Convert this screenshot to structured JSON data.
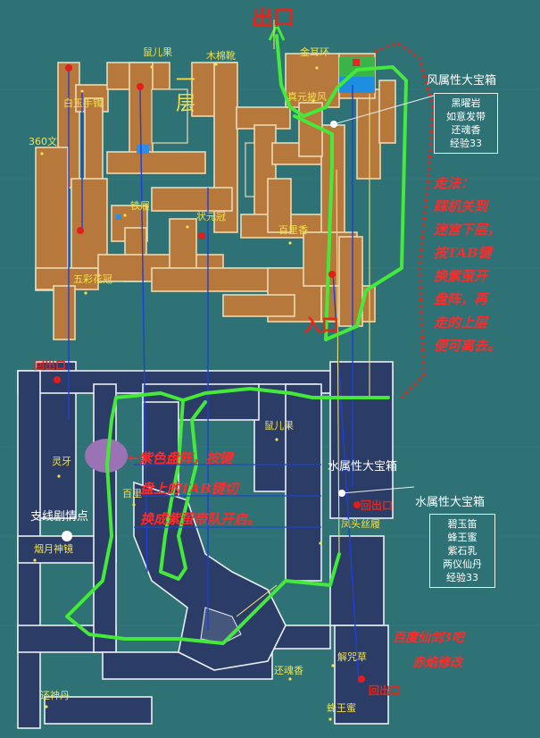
{
  "floor_title": "一层",
  "exit_top": "出口",
  "entrance": "入口",
  "labels": {
    "shuerguo_top": "鼠儿果",
    "mumianxue": "木棉靴",
    "jinerhuan": "金耳环",
    "baiyushouzhuo": "白玉手镯",
    "zhenyuanpifeng": "真元披风",
    "wen360": "360文",
    "tielv": "铁履",
    "zhuangyuanguan": "状元冠",
    "bailixiang": "百里香",
    "wucaihuaguan": "五彩花冠",
    "huichukou_left": "回出口",
    "lingya": "灵牙",
    "shuerguo_mid": "鼠儿果",
    "bailixiang_mid": "百里",
    "yanyueshenjing": "烟月神镜",
    "fengtousilv": "凤头丝履",
    "huichukou_right": "回出口",
    "huanhunxiang": "还魂香",
    "jiemaicao": "解咒草",
    "huanshendan": "还神丹",
    "fengwangmi": "蜂王蜜",
    "huichukou_bottom": "回出口"
  },
  "wind_chest": {
    "title": "风属性大宝箱",
    "items": [
      "黑曜岩",
      "如意发带",
      "还魂香",
      "经验33"
    ]
  },
  "water_chest_mid": {
    "title": "水属性大宝箱"
  },
  "water_chest": {
    "title": "水属性大宝箱",
    "items": [
      "碧玉笛",
      "蜂王蜜",
      "紫石乳",
      "两仪仙丹",
      "经验33"
    ]
  },
  "side_quest": "支线剧情点",
  "tip_right": [
    "走法：",
    "踩机关到",
    "迷宫下层，",
    "按TAB键",
    "换紫萤开",
    "盘阵，再",
    "走的上层",
    "便可离去。"
  ],
  "tip_center": [
    "←紫色盘阵，按键",
    "盘上的TAB键切",
    "换成紫萤带队开启。"
  ],
  "credit": [
    "百度仙剑3吧",
    "赤焰修改"
  ],
  "colors": {
    "background": "#2e7275",
    "floor": "#b7783c",
    "room_dark": "#2b3d66",
    "route": "#44e93a",
    "annotation": "#e2261c",
    "label": "#f3e04a"
  }
}
